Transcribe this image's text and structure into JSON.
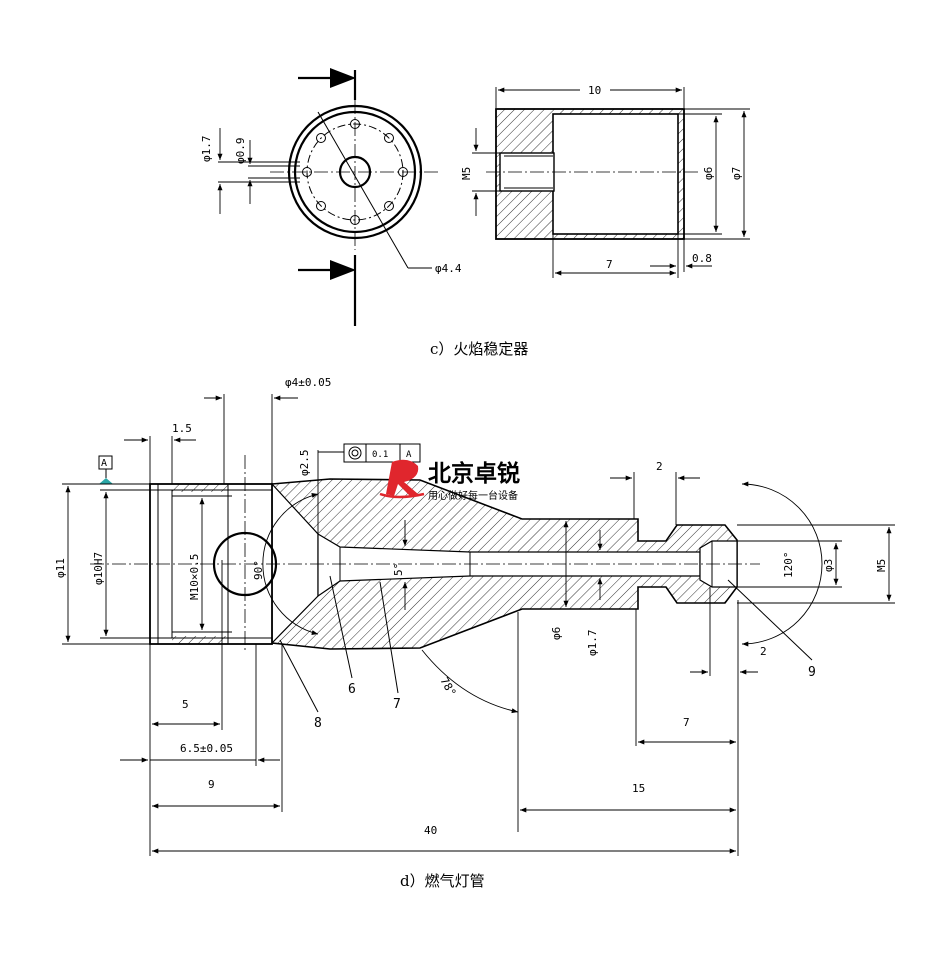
{
  "top_view": {
    "caption": "c）火焰稳定器",
    "dims": {
      "d_1_7": "φ1.7",
      "d_0_9": "φ0.9",
      "d_4_4": "φ4.4",
      "len_10": "10",
      "m5": "M5",
      "d_6": "φ6",
      "d_7": "φ7",
      "len_7": "7",
      "wall_0_8": "0.8"
    }
  },
  "bottom_view": {
    "caption": "d）燃气灯管",
    "dims": {
      "d_4_tol": "φ4±0.05",
      "len_1_5": "1.5",
      "d_2_5": "φ2.5",
      "tol_value": "0.1",
      "tol_ref": "A",
      "datum": "A",
      "d_11": "φ11",
      "d_10h7": "φ10H7",
      "thread": "M10×0.5",
      "ang_90": "90°",
      "ang_5": "5°",
      "d_6": "φ6",
      "d_1_7": "φ1.7",
      "ang_78": "78°",
      "ang_120": "120°",
      "d_3": "φ3",
      "m5": "M5",
      "len_2_top": "2",
      "len_2_side": "2",
      "len_5": "5",
      "len_6_5": "6.5±0.05",
      "len_9": "9",
      "len_7": "7",
      "len_15": "15",
      "len_40": "40",
      "callout_6": "6",
      "callout_7": "7",
      "callout_8": "8",
      "callout_9": "9"
    }
  },
  "watermark": {
    "name": "北京卓锐",
    "slogan": "用心做好每一台设备",
    "logo_color": "#e0262d"
  }
}
